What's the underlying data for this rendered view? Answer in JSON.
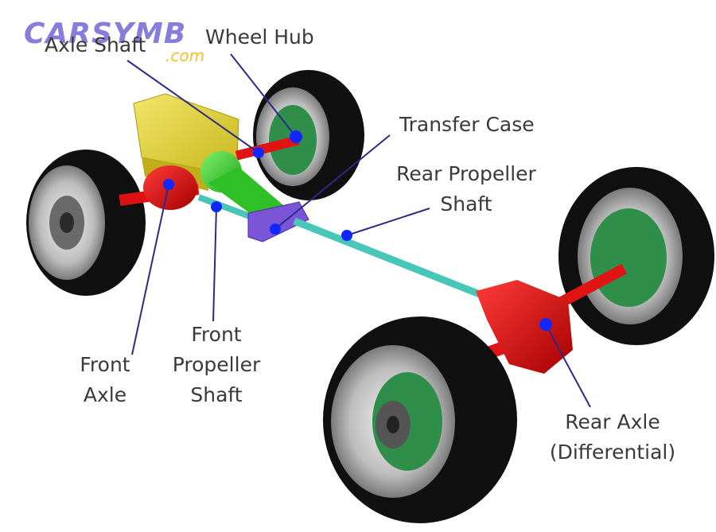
{
  "watermark": {
    "brand": "CARSYMB",
    "domain": ".com"
  },
  "labels": {
    "axle_shaft": "Axle Shaft",
    "wheel_hub": "Wheel Hub",
    "transfer_case": "Transfer Case",
    "rear_propeller_1": "Rear Propeller",
    "rear_propeller_2": "Shaft",
    "front_propeller_1": "Front",
    "front_propeller_2": "Propeller",
    "front_propeller_3": "Shaft",
    "front_axle_1": "Front",
    "front_axle_2": "Axle",
    "rear_axle_1": "Rear Axle",
    "rear_axle_2": "(Differential)"
  },
  "colors": {
    "tire": "#111111",
    "rim": "#d9d9d9",
    "hub": "#2f8f4a",
    "axle_red": "#e01414",
    "engine_yellow": "#e3d43a",
    "transmission_green": "#37d52a",
    "transfer_purple": "#7a55d8",
    "shaft_teal": "#48c6b8",
    "pointer_line": "#2b2b86",
    "pointer_dot": "#1028ff"
  }
}
